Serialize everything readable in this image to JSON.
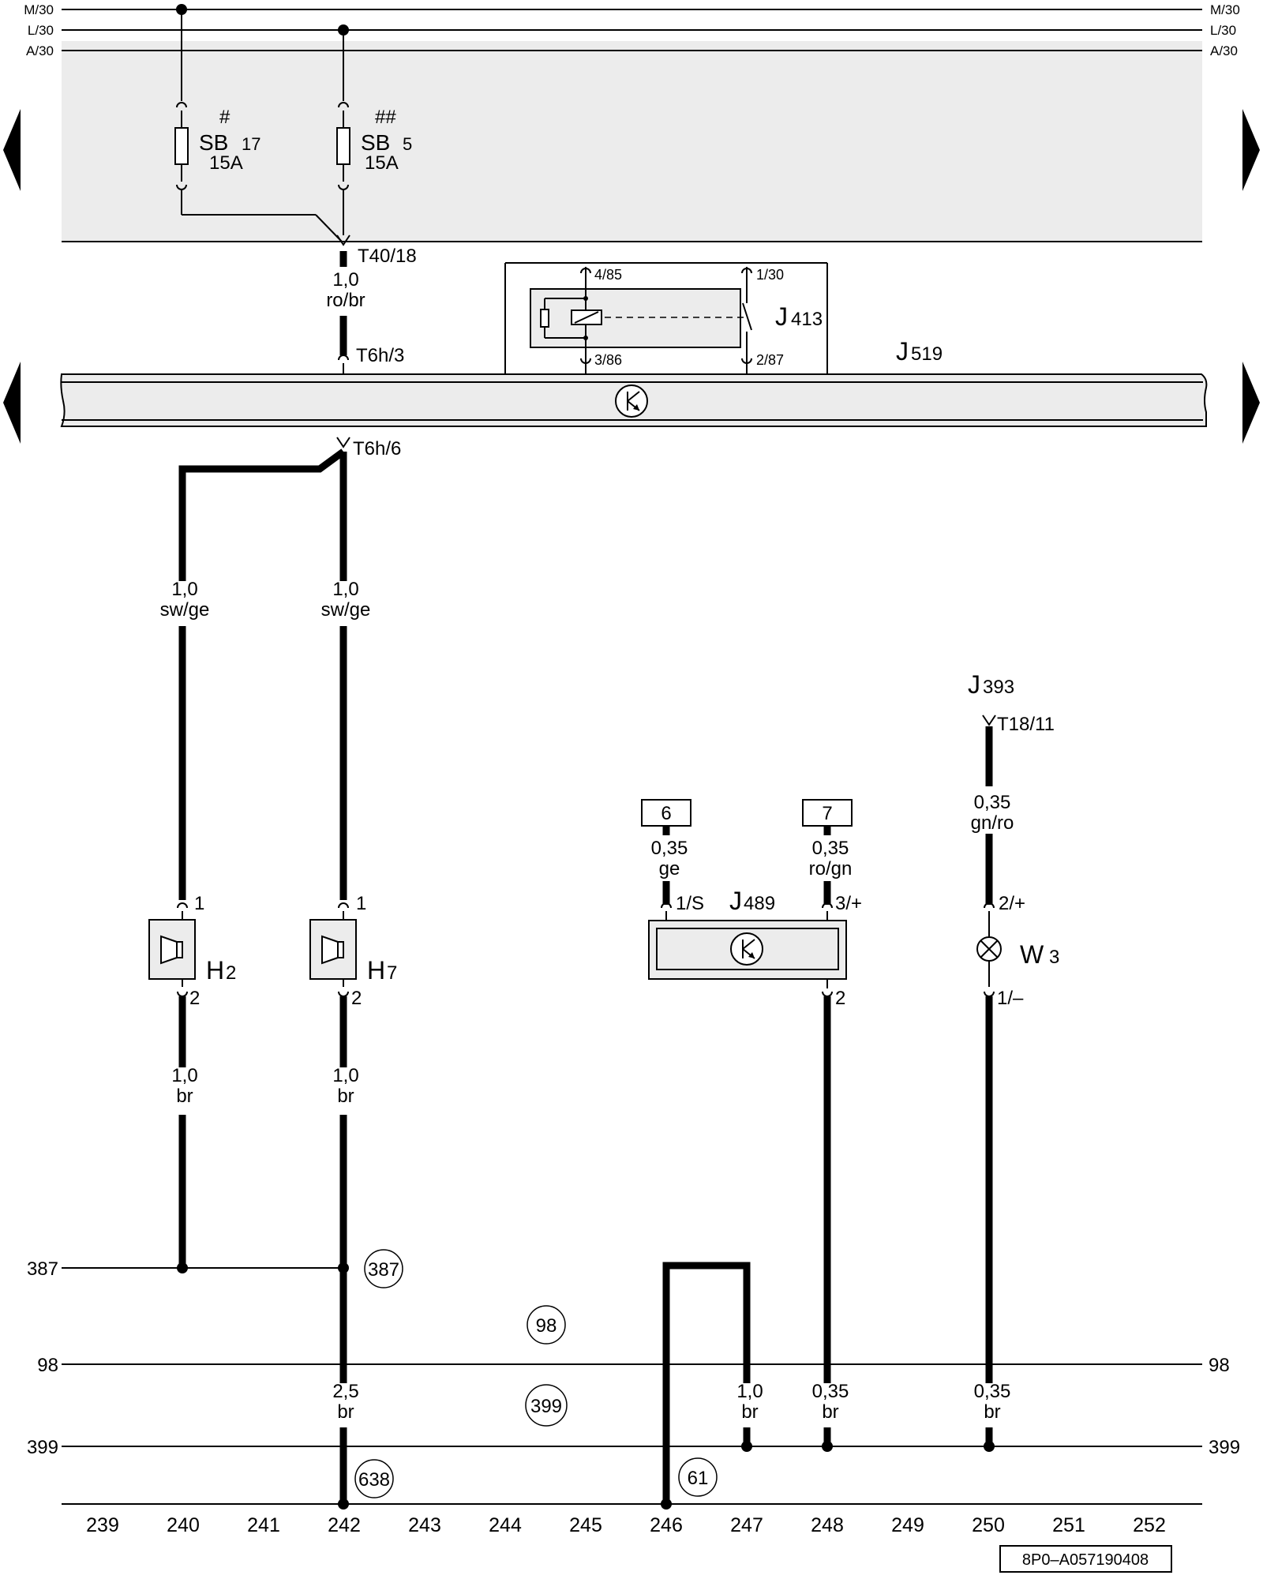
{
  "buses": {
    "m30": "M/30",
    "l30": "L/30",
    "a30": "A/30"
  },
  "fuses": [
    {
      "mark": "#",
      "name": "SB",
      "sub": "17",
      "rating": "15A"
    },
    {
      "mark": "##",
      "name": "SB",
      "sub": "5",
      "rating": "15A"
    }
  ],
  "connectors": {
    "t40_18": "T40/18",
    "t6h_3": "T6h/3",
    "t6h_6": "T6h/6",
    "t18_11": "T18/11"
  },
  "wires": {
    "ro_br": {
      "size": "1,0",
      "color": "ro/br"
    },
    "sw_ge_1": {
      "size": "1,0",
      "color": "sw/ge"
    },
    "sw_ge_2": {
      "size": "1,0",
      "color": "sw/ge"
    },
    "gn_ro": {
      "size": "0,35",
      "color": "gn/ro"
    },
    "ge": {
      "size": "0,35",
      "color": "ge"
    },
    "ro_gn": {
      "size": "0,35",
      "color": "ro/gn"
    },
    "br_h2": {
      "size": "1,0",
      "color": "br"
    },
    "br_h7": {
      "size": "1,0",
      "color": "br"
    },
    "br_242": {
      "size": "2,5",
      "color": "br"
    },
    "br_247": {
      "size": "1,0",
      "color": "br"
    },
    "br_248": {
      "size": "0,35",
      "color": "br"
    },
    "br_250": {
      "size": "0,35",
      "color": "br"
    }
  },
  "relay": {
    "name": "J",
    "sub": "413",
    "pins": {
      "p85": "4/85",
      "p86": "3/86",
      "p30": "1/30",
      "p87": "2/87"
    }
  },
  "modules": {
    "j519": {
      "name": "J",
      "sub": "519"
    },
    "j393": {
      "name": "J",
      "sub": "393"
    },
    "j489": {
      "name": "J",
      "sub": "489"
    }
  },
  "components": {
    "h2": {
      "name": "H",
      "sub": "2",
      "pin_top": "1",
      "pin_bottom": "2"
    },
    "h7": {
      "name": "H",
      "sub": "7",
      "pin_top": "1",
      "pin_bottom": "2"
    },
    "w3": {
      "name": "W",
      "sub": "3",
      "pin_top": "2/+",
      "pin_bottom": "1/–"
    }
  },
  "j489_pins": {
    "s": "1/S",
    "plus": "3/+",
    "gnd": "2"
  },
  "continuation_boxes": [
    "6",
    "7"
  ],
  "ground_lines": {
    "left": [
      "387",
      "98",
      "399"
    ],
    "right": [
      "98",
      "399"
    ]
  },
  "ground_points": [
    "387",
    "98",
    "399",
    "638",
    "61"
  ],
  "columns": [
    "239",
    "240",
    "241",
    "242",
    "243",
    "244",
    "245",
    "246",
    "247",
    "248",
    "249",
    "250",
    "251",
    "252"
  ],
  "document_id": "8P0–A057190408"
}
